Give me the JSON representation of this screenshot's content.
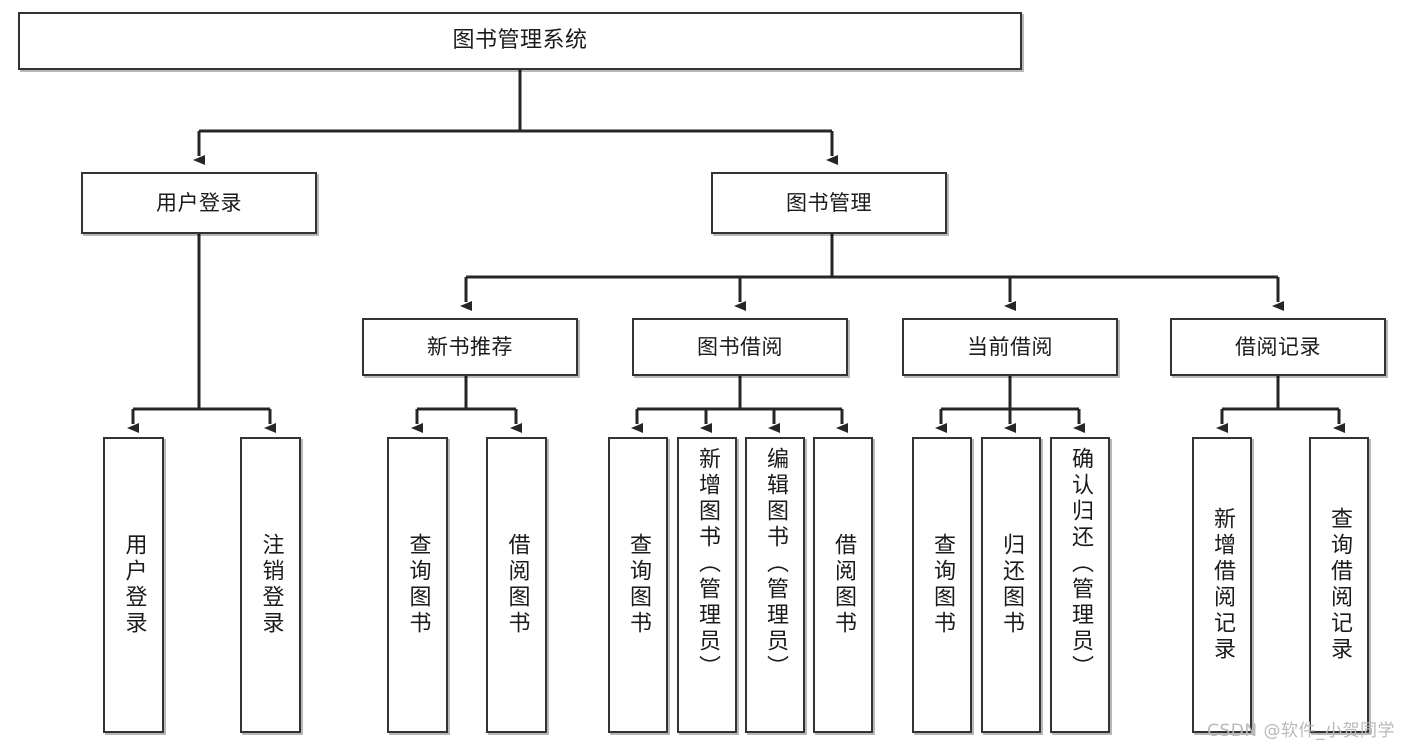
{
  "diagram": {
    "title": "图书管理系统",
    "type": "tree",
    "root": {
      "label": "图书管理系统"
    },
    "level2": [
      {
        "label": "用户登录"
      },
      {
        "label": "图书管理"
      }
    ],
    "level3": [
      {
        "label": "新书推荐"
      },
      {
        "label": "图书借阅"
      },
      {
        "label": "当前借阅"
      },
      {
        "label": "借阅记录"
      }
    ],
    "leaves": {
      "user_login": [
        {
          "label": "用户登录"
        },
        {
          "label": "注销登录"
        }
      ],
      "new_book_recommend": [
        {
          "label": "查询图书"
        },
        {
          "label": "借阅图书"
        }
      ],
      "book_borrow": [
        {
          "label": "查询图书"
        },
        {
          "label": "新增图书（管理员）"
        },
        {
          "label": "编辑图书（管理员）"
        },
        {
          "label": "借阅图书"
        }
      ],
      "current_borrow": [
        {
          "label": "查询图书"
        },
        {
          "label": "归还图书"
        },
        {
          "label": "确认归还（管理员）"
        }
      ],
      "borrow_record": [
        {
          "label": "新增借阅记录"
        },
        {
          "label": "查询借阅记录"
        }
      ]
    }
  },
  "watermark": {
    "text": "CSDN @软件_小贺同学"
  },
  "colors": {
    "box_border": "#333333",
    "line": "#262626",
    "background": "#ffffff",
    "text": "#1b1b1b",
    "watermark": "#b9b9b9"
  }
}
